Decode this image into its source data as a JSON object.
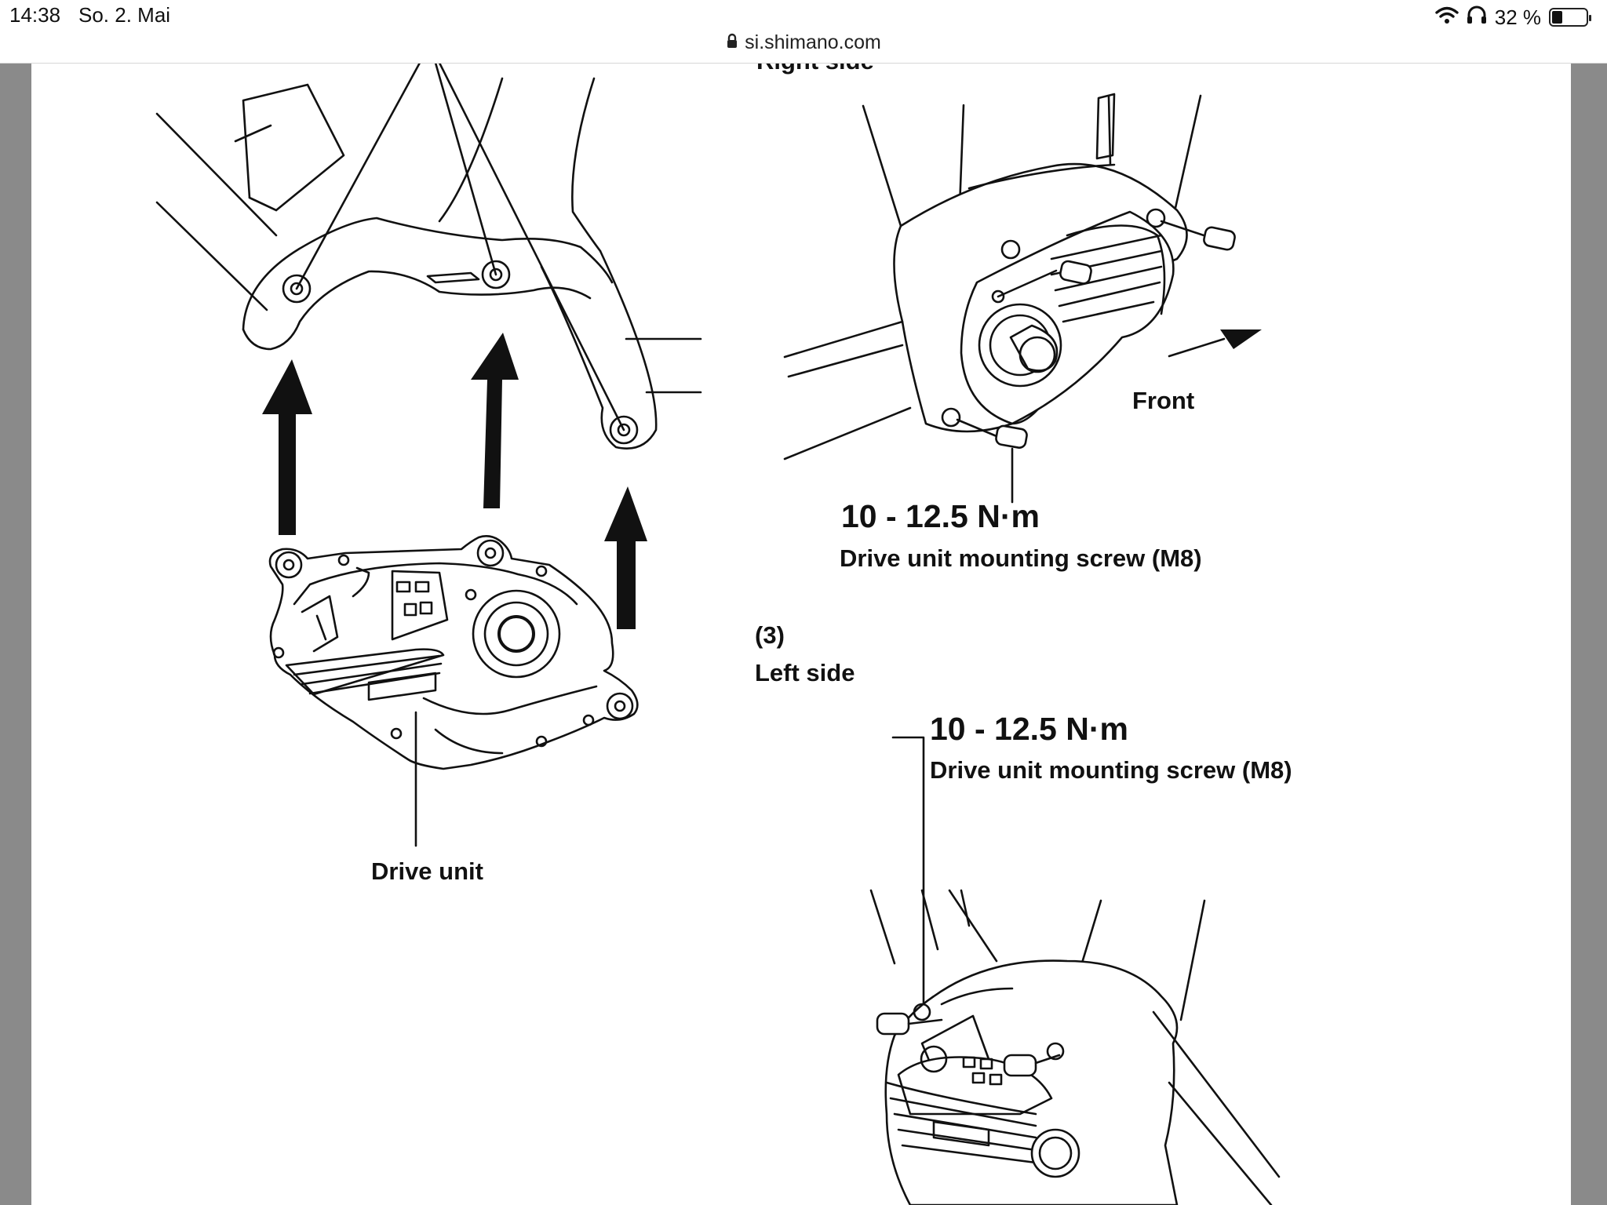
{
  "status_bar": {
    "time": "14:38",
    "date": "So. 2. Mai",
    "battery_percent": "32 %",
    "battery_level": 0.32,
    "icons": [
      "wifi-icon",
      "headphones-icon",
      "battery-icon"
    ]
  },
  "browser": {
    "url": "si.shimano.com",
    "secure_icon": "lock-icon"
  },
  "manual": {
    "cut_heading": "Right side",
    "label_front": "Front",
    "right_torque": "10 - 12.5 N·m",
    "right_screw": "Drive unit mounting screw (M8)",
    "step": "(3)",
    "left_heading": "Left side",
    "left_torque": "10 - 12.5 N·m",
    "left_screw": "Drive unit mounting screw (M8)",
    "label_drive_unit": "Drive unit"
  }
}
